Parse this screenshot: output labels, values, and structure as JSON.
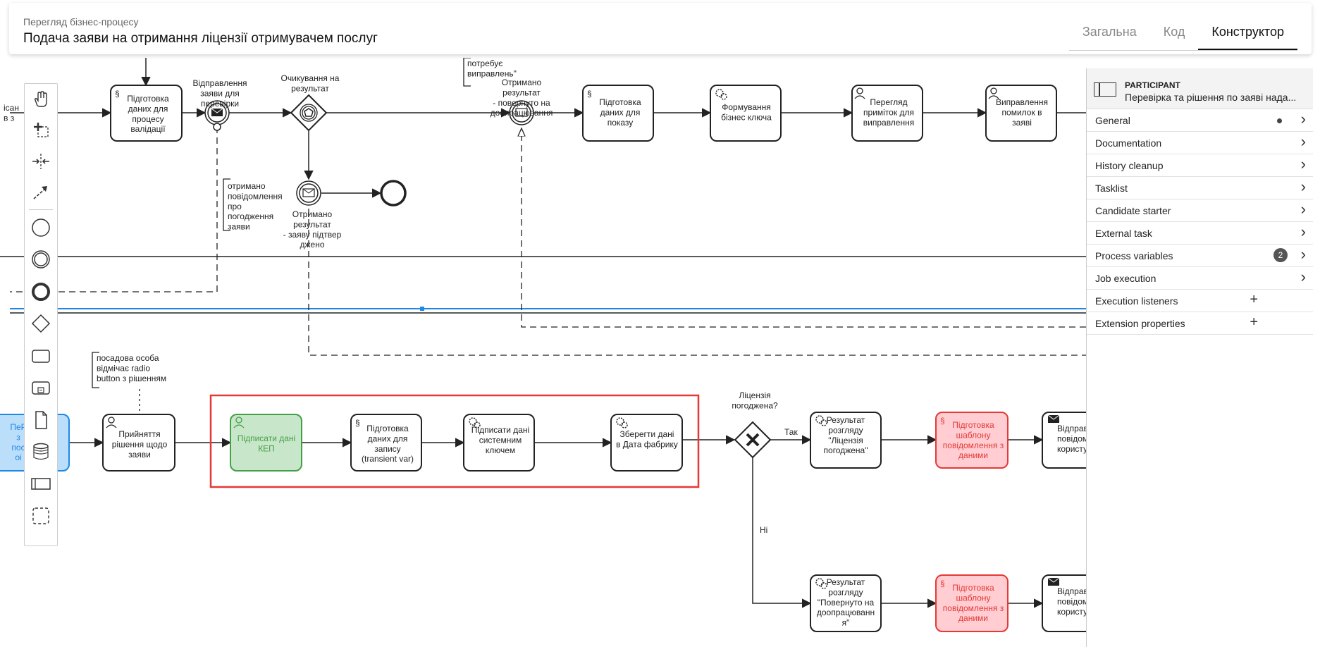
{
  "header": {
    "subtitle": "Перегляд бізнес-процесу",
    "title": "Подача заяви на отримання ліцензії отримувачем послуг",
    "tabs": [
      {
        "label": "Загальна",
        "active": false
      },
      {
        "label": "Код",
        "active": false
      },
      {
        "label": "Конструктор",
        "active": true
      }
    ]
  },
  "palette": {
    "tools": [
      "hand-tool-icon",
      "lasso-tool-icon",
      "space-tool-icon",
      "global-connect-icon",
      "start-event-icon",
      "intermediate-event-icon",
      "end-event-icon",
      "gateway-icon",
      "task-icon",
      "subprocess-icon",
      "data-object-icon",
      "data-store-icon",
      "participant-icon",
      "group-icon"
    ]
  },
  "diagram": {
    "top_lane": {
      "partial_label": "ісан\nв з",
      "task_validation": "Підготовка\nданих для\nпроцесу\nвалідації",
      "send_event_label": "Відправлення\nзаяви для\nперевірки",
      "gateway_label": "Очикування на\nрезультат",
      "annotation_top": "потребує\nвиправлень\"",
      "catch_revision_label": "Отримано\nрезультат\n- повернуто на\nдоопрацювання",
      "task_display": "Підготовка\nданих для\nпоказу",
      "task_business_key": "Формування\nбізнес ключа",
      "task_review_notes": "Перегляд\nприміток для\nвиправлення",
      "task_fix_errors": "Виправлення\nпомилок в\nзаяві",
      "annotation_agreed": "отримано\nповідомлення\nпро\nпогодження\nзаяви",
      "catch_confirmed_label": "Отримано\nрезультат\n- заяву підтвер\nджено"
    },
    "bottom_lane": {
      "partial_blue": "ПеР\nз\nпос\nоі",
      "annotation_official": "посадова особа\nвідмічає radio\nbutton з рішенням",
      "task_decision": "Прийняття\nрішення щодо\nзаяви",
      "task_sign_kep": "Підписати дані\nКЕП",
      "task_prepare_record": "Підготовка\nданих для\nзапису\n(transient var)",
      "task_sign_system": "Підписати дані\nсистемним\nключем",
      "task_save": "Зберегти дані\nв Дата фабрику",
      "gateway_label": "Ліцензія\nпогоджена?",
      "flow_yes": "Так",
      "flow_no": "Ні",
      "task_result_agreed": "Результат\nрозгляду\n\"Ліцензія\nпогоджена\"",
      "task_template_1": "Підготовка\nшаблону\nповідомлення з\nданими",
      "task_send_1": "Відправ\nповідомл\nкористув",
      "task_result_returned": "Результат\nрозгляду\n\"Повернуто на\nдоопрацюванн\nя\"",
      "task_template_2": "Підготовка\nшаблону\nповідомлення з\nданими",
      "task_send_2": "Відправ\nповідомл\nкористув"
    }
  },
  "properties": {
    "element_type": "PARTICIPANT",
    "element_name": "Перевірка та рішення по заяві нада...",
    "groups": [
      {
        "label": "General",
        "marker": "dot"
      },
      {
        "label": "Documentation",
        "marker": "none"
      },
      {
        "label": "History cleanup",
        "marker": "none"
      },
      {
        "label": "Tasklist",
        "marker": "none"
      },
      {
        "label": "Candidate starter",
        "marker": "none"
      },
      {
        "label": "External task",
        "marker": "none"
      },
      {
        "label": "Process variables",
        "marker": "badge",
        "badge": "2"
      },
      {
        "label": "Job execution",
        "marker": "none"
      },
      {
        "label": "Execution listeners",
        "marker": "plus"
      },
      {
        "label": "Extension properties",
        "marker": "plus"
      }
    ]
  },
  "colors": {
    "selection_blue": "#1e88e5",
    "highlight_red": "#e53935",
    "task_green_fill": "#c8e6c9",
    "task_green_stroke": "#43a047",
    "task_red_fill": "#ffcdd2",
    "task_red_stroke": "#e53935"
  }
}
